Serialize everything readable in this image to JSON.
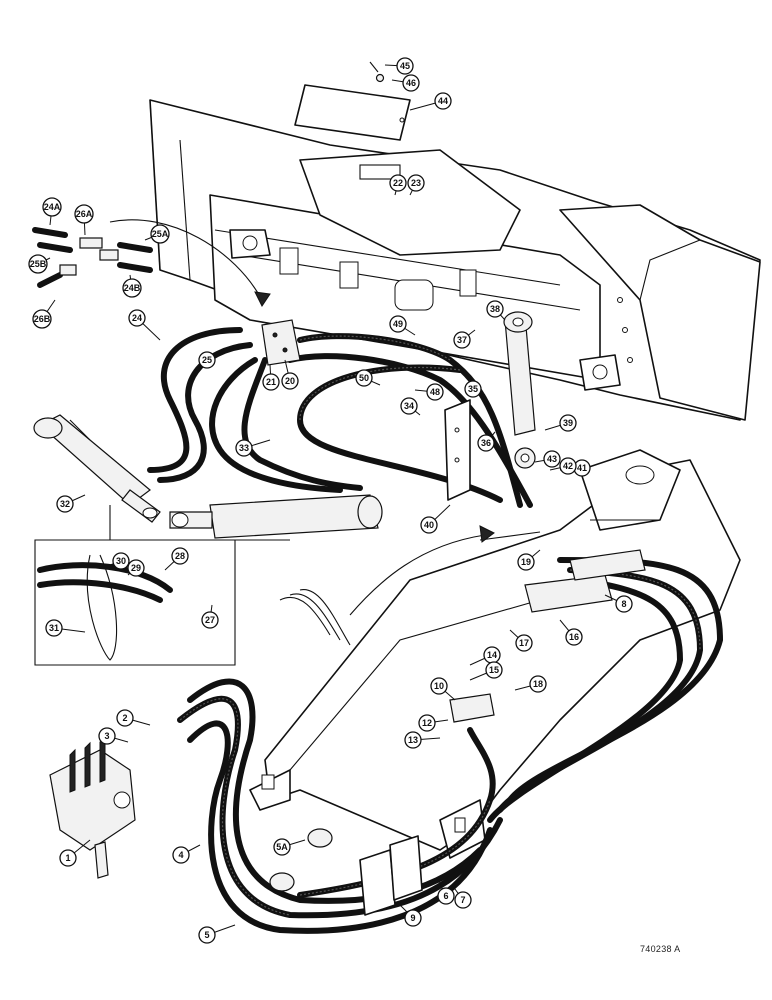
{
  "drawing_id": "740238 A",
  "callouts": [
    "1",
    "2",
    "3",
    "4",
    "5",
    "5A",
    "6",
    "7",
    "8",
    "9",
    "10",
    "12",
    "13",
    "14",
    "15",
    "16",
    "17",
    "18",
    "19",
    "20",
    "21",
    "22",
    "23",
    "24",
    "24A",
    "24B",
    "25",
    "25A",
    "25B",
    "26A",
    "26B",
    "27",
    "28",
    "29",
    "30",
    "31",
    "32",
    "33",
    "34",
    "35",
    "36",
    "37",
    "38",
    "39",
    "40",
    "41",
    "42",
    "43",
    "44",
    "45",
    "46",
    "48",
    "49",
    "50"
  ]
}
